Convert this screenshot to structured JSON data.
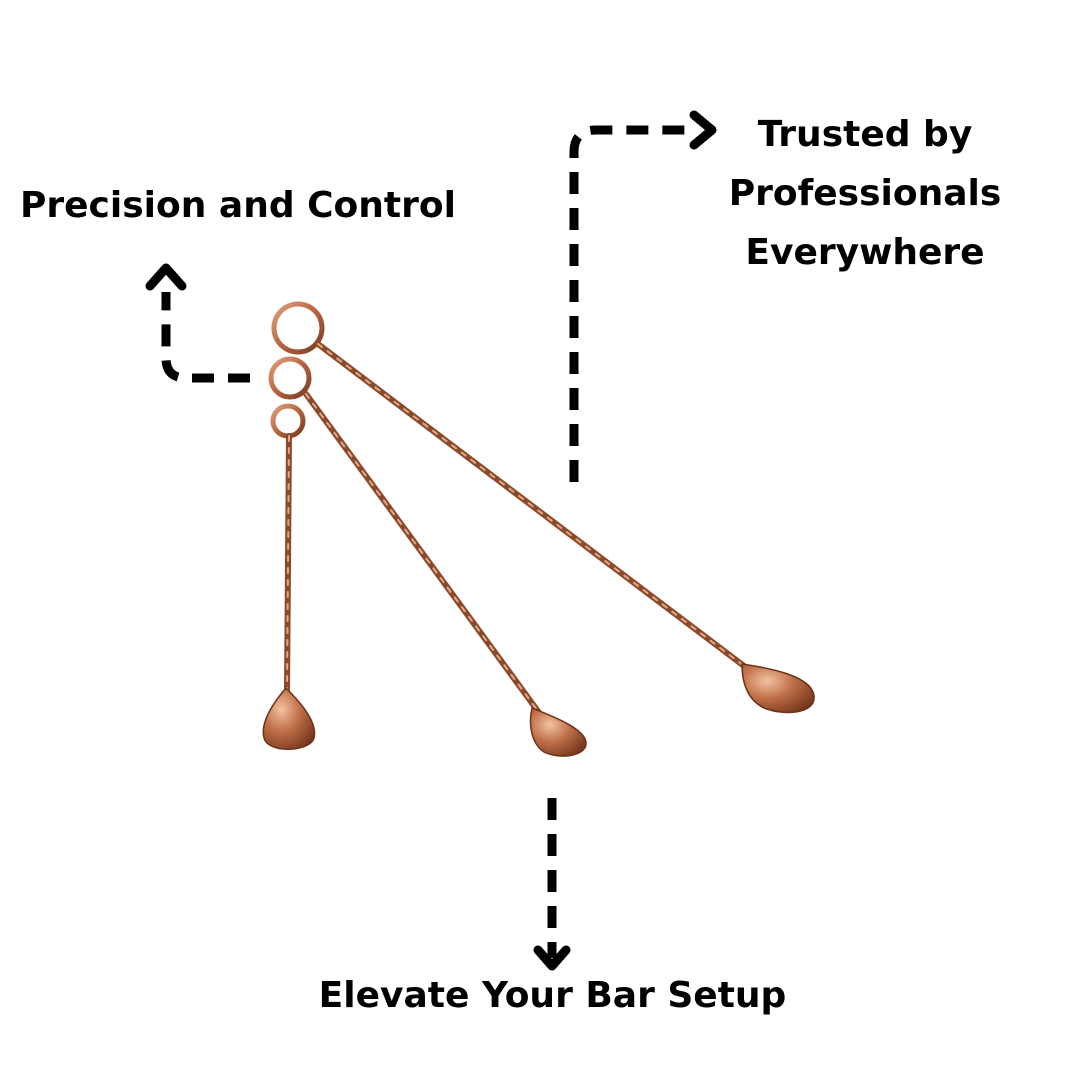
{
  "callouts": {
    "precision": "Precision and Control",
    "trusted_lines": [
      "Trusted by",
      "Professionals",
      "Everywhere"
    ],
    "elevate": "Elevate Your Bar Setup"
  },
  "colors": {
    "background": "#ffffff",
    "text": "#000000",
    "arrow": "#000000",
    "copper_dark": "#7a3b22",
    "copper_mid": "#b5653f",
    "copper_light": "#e0a07c"
  },
  "icons": {
    "arrow_precision": "dashed-arrow-up-icon",
    "arrow_trusted": "dashed-arrow-right-icon",
    "arrow_elevate": "dashed-arrow-down-icon"
  },
  "product": {
    "name": "copper-bar-spoons",
    "count": 3
  }
}
